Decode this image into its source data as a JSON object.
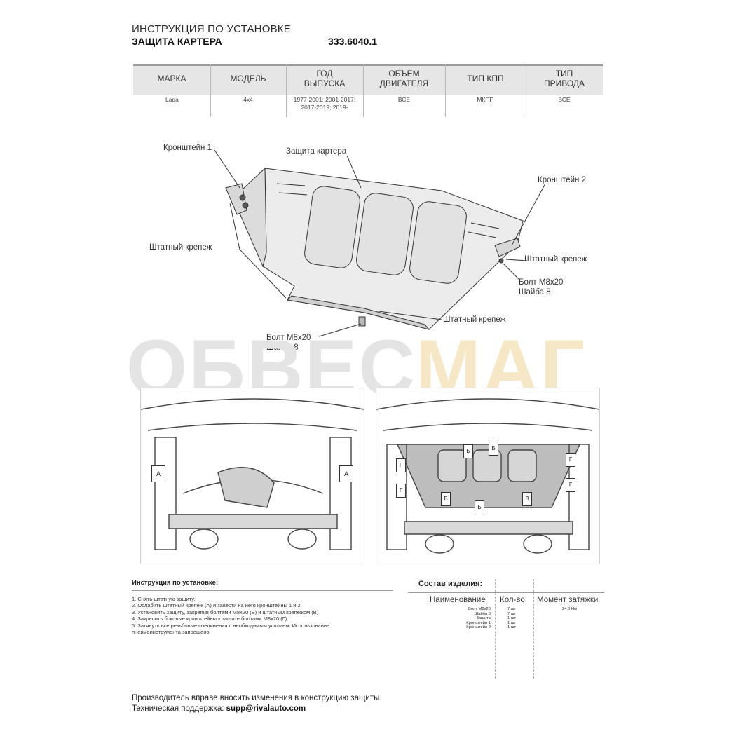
{
  "header": {
    "title": "ИНСТРУКЦИЯ ПО УСТАНОВКЕ",
    "product": "ЗАЩИТА КАРТЕРА",
    "code": "333.6040.1"
  },
  "spec_table": {
    "columns": [
      {
        "header": "МАРКА",
        "value": "Lada"
      },
      {
        "header": "МОДЕЛЬ",
        "value": "4x4"
      },
      {
        "header": "ГОД\nВЫПУСКА",
        "value": "1977-2001; 2001-2017;\n2017-2019; 2019-"
      },
      {
        "header": "ОБЪЕМ\nДВИГАТЕЛЯ",
        "value": "ВСЕ"
      },
      {
        "header": "ТИП КПП",
        "value": "МКПП"
      },
      {
        "header": "ТИП\nПРИВОДА",
        "value": "ВСЕ"
      }
    ]
  },
  "diagram": {
    "labels": {
      "bracket1": "Кронштейн 1",
      "guard": "Защита картера",
      "bracket2": "Кронштейн 2",
      "std_fastener_left": "Штатный крепеж",
      "std_fastener_right": "Штатный крепеж",
      "bolt_right": "Болт М8х20",
      "washer_right": "Шайба 8",
      "std_fastener_bottom": "Штатный крепеж",
      "bolt_bottom": "Болт М8х20",
      "washer_bottom": "Шайба 8"
    }
  },
  "watermark": {
    "part1": "ОБВЕС",
    "part2": "МАГ"
  },
  "photos": {
    "left_markers": [
      "А",
      "А"
    ],
    "right_markers": [
      "Б",
      "Б",
      "Г",
      "Г",
      "Г",
      "Г",
      "В",
      "В",
      "Б"
    ]
  },
  "instructions": {
    "title": "Инструкция по установке:",
    "steps": [
      "1. Снять штатную защиту.",
      "2. Ослабить штатный крепеж (А) и завести на него кронштейны 1 и 2.",
      "3. Установить защиту, закрепив болтами М8х20 (Б) и штатным крепежом (В)",
      "4. Закрепить боковые кронштейны к защите болтами М8х20 (Г).",
      "5. Затянуть все резьбовые соединения с необходимым усилием. Использование",
      "пневмоинструмента запрещено."
    ]
  },
  "composition": {
    "title": "Состав изделия:",
    "headers": {
      "name": "Наименование",
      "qty": "Кол-во",
      "torque": "Момент затяжки"
    },
    "rows": [
      {
        "name": "Болт М8х20",
        "qty": "7 шт",
        "torque": "24.0 Нм"
      },
      {
        "name": "Шайба 8",
        "qty": "7 шт",
        "torque": ""
      },
      {
        "name": "Защита",
        "qty": "1 шт",
        "torque": ""
      },
      {
        "name": "Кронштейн 1",
        "qty": "1 шт",
        "torque": ""
      },
      {
        "name": "Кронштейн 2",
        "qty": "1 шт",
        "torque": ""
      }
    ]
  },
  "footer": {
    "note": "Производитель вправе вносить изменения в конструкцию защиты.",
    "support_label": "Техническая поддержка:",
    "support_email": "supp@rivalauto.com"
  },
  "colors": {
    "accent": "#f6e8c6",
    "header_bar": "#e6e6e6",
    "ink": "#222222"
  }
}
